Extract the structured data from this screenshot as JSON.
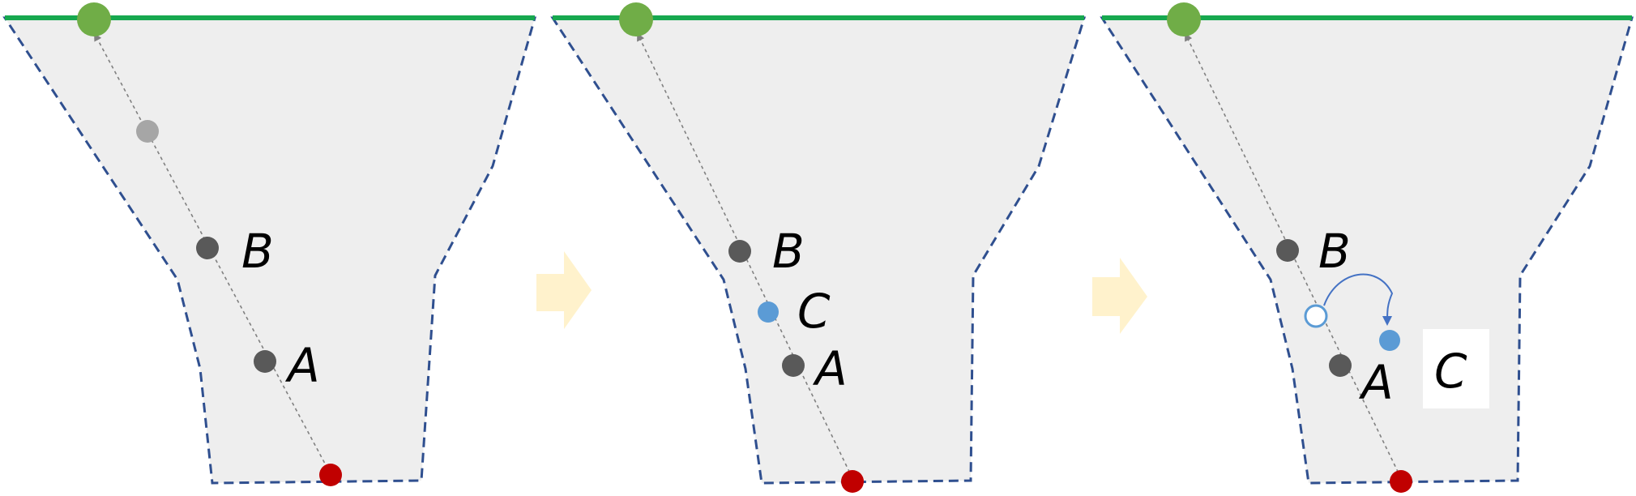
{
  "colors": {
    "region_fill": "#eeeeee",
    "region_outline": "#2f4f8f",
    "goal_line": "#17a84f",
    "goal_node": "#70ad47",
    "start_node": "#c00000",
    "sample_node": "#595959",
    "faded_node": "#a6a6a6",
    "new_node": "#5b9bd5",
    "arrow": "#808080",
    "step_arrow": "#fff2cc"
  },
  "panels": [
    {
      "id": "panel-1",
      "labels": {
        "b": "B",
        "a": "A"
      }
    },
    {
      "id": "panel-2",
      "labels": {
        "b": "B",
        "c": "C",
        "a": "A"
      }
    },
    {
      "id": "panel-3",
      "labels": {
        "b": "B",
        "a": "A",
        "c": "C"
      }
    }
  ]
}
